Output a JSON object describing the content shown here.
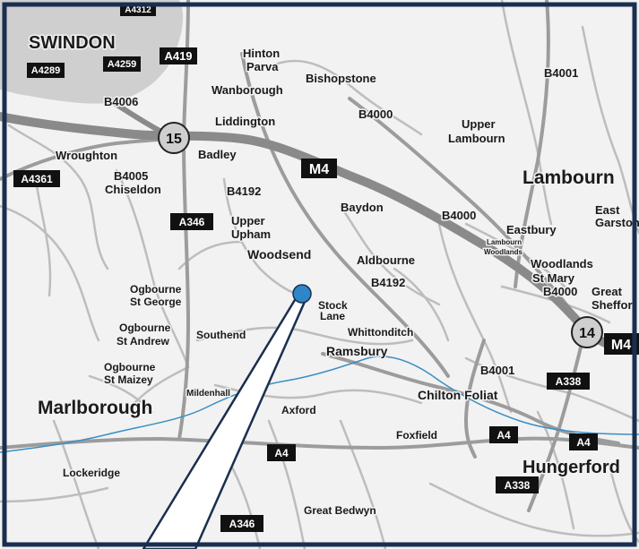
{
  "colors": {
    "background": "#f2f2f2",
    "frame": "#1a2f4f",
    "urban": "#cfcfcf",
    "minor_road": "#bdbdbd",
    "a_road": "#9c9c9c",
    "motorway": "#8a8a8a",
    "river": "#3b8ec4",
    "marker": "#2e86c9",
    "shield": "#111111"
  },
  "towns": {
    "swindon": "SWINDON",
    "lambourn": "Lambourn",
    "marlborough": "Marlborough",
    "hungerford": "Hungerford"
  },
  "villages": {
    "hinton_parva_1": "Hinton",
    "hinton_parva_2": "Parva",
    "bishopstone": "Bishopstone",
    "wanborough": "Wanborough",
    "liddington": "Liddington",
    "upper_lambourn_1": "Upper",
    "upper_lambourn_2": "Lambourn",
    "wroughton": "Wroughton",
    "badley": "Badley",
    "chiseldon": "Chiseldon",
    "baydon": "Baydon",
    "upper_upham_1": "Upper",
    "upper_upham_2": "Upham",
    "east_garston_1": "East",
    "east_garston_2": "Garston",
    "eastbury": "Eastbury",
    "lambourn_woodlands_1": "Lambourn",
    "lambourn_woodlands_2": "Woodlands",
    "woodsend": "Woodsend",
    "aldbourne": "Aldbourne",
    "woodlands_st_mary_1": "Woodlands",
    "woodlands_st_mary_2": "St Mary",
    "great_shefford_1": "Great",
    "great_shefford_2": "Sheffor",
    "ogbourne_st_george_1": "Ogbourne",
    "ogbourne_st_george_2": "St George",
    "stock_lane_1": "Stock",
    "stock_lane_2": "Lane",
    "whittonditch": "Whittonditch",
    "ogbourne_st_andrew_1": "Ogbourne",
    "ogbourne_st_andrew_2": "St Andrew",
    "southend": "Southend",
    "ramsbury": "Ramsbury",
    "ogbourne_st_maizey_1": "Ogbourne",
    "ogbourne_st_maizey_2": "St Maizey",
    "mildenhall": "Mildenhall",
    "chilton_foliat": "Chilton Foliat",
    "axford": "Axford",
    "foxfield": "Foxfield",
    "lockeridge": "Lockeridge",
    "great_bedwyn": "Great Bedwyn"
  },
  "road_labels": {
    "b4006": "B4006",
    "b4000_a": "B4000",
    "b4001_top": "B4001",
    "b4005": "B4005",
    "b4192_a": "B4192",
    "b4000_b": "B4000",
    "b4192_b": "B4192",
    "b4000_c": "B4000",
    "b4001_bottom": "B4001"
  },
  "shields": {
    "a4312": "A4312",
    "a4289": "A4289",
    "a4259": "A4259",
    "a419": "A419",
    "a4361": "A4361",
    "a346_top": "A346",
    "m4_center": "M4",
    "m4_right": "M4",
    "a338_top": "A338",
    "a4_center": "A4",
    "a4_right_1": "A4",
    "a4_right_2": "A4",
    "a338_bottom": "A338",
    "a346_bottom": "A346"
  },
  "junctions": {
    "j15": "15",
    "j14": "14"
  }
}
